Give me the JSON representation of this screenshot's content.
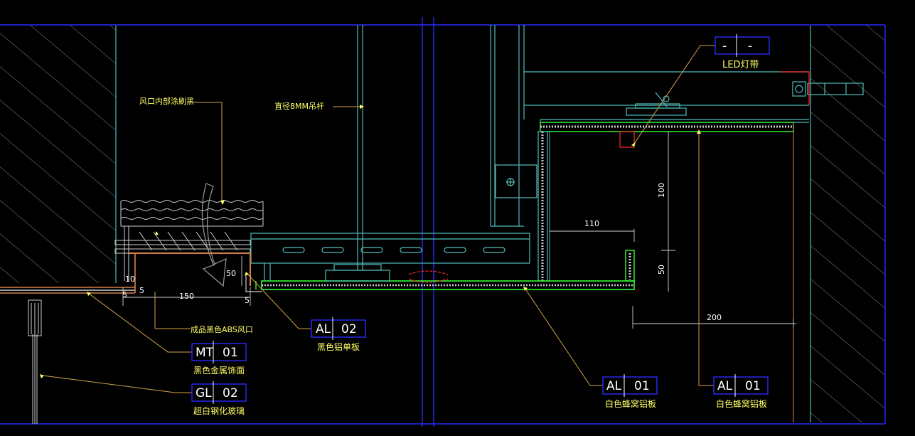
{
  "colors": {
    "background": "#000000",
    "frame": "#2a2aff",
    "cyan": "#4fbcbc",
    "green": "#33ff33",
    "leader": "#d4a24a",
    "red": "#ff2a2a",
    "label": "#ffff66",
    "hatch": "#8a8a8a"
  },
  "callouts": {
    "vent_interior": "风口内部涂刷黑",
    "rod": "直径8MM吊杆",
    "abs_vent": "成品黑色ABS风口",
    "led_strip": "LED灯带"
  },
  "tags": {
    "al02": {
      "code": "AL",
      "num": "02",
      "desc": "黑色铝单板"
    },
    "mt01": {
      "code": "MT",
      "num": "01",
      "desc": "黑色金属饰面"
    },
    "gl02": {
      "code": "GL",
      "num": "02",
      "desc": "超白钢化玻璃"
    },
    "al01a": {
      "code": "AL",
      "num": "01",
      "desc": "白色蜂窝铝板"
    },
    "al01b": {
      "code": "AL",
      "num": "01",
      "desc": "白色蜂窝铝板"
    },
    "led": {
      "code": "-",
      "num": "-"
    }
  },
  "dimensions": {
    "d10": "10",
    "d5a": "5",
    "d5b": "5",
    "d5c": "5",
    "d150": "150",
    "d50a": "50",
    "d110": "110",
    "d100": "100",
    "d50b": "50",
    "d200": "200"
  }
}
